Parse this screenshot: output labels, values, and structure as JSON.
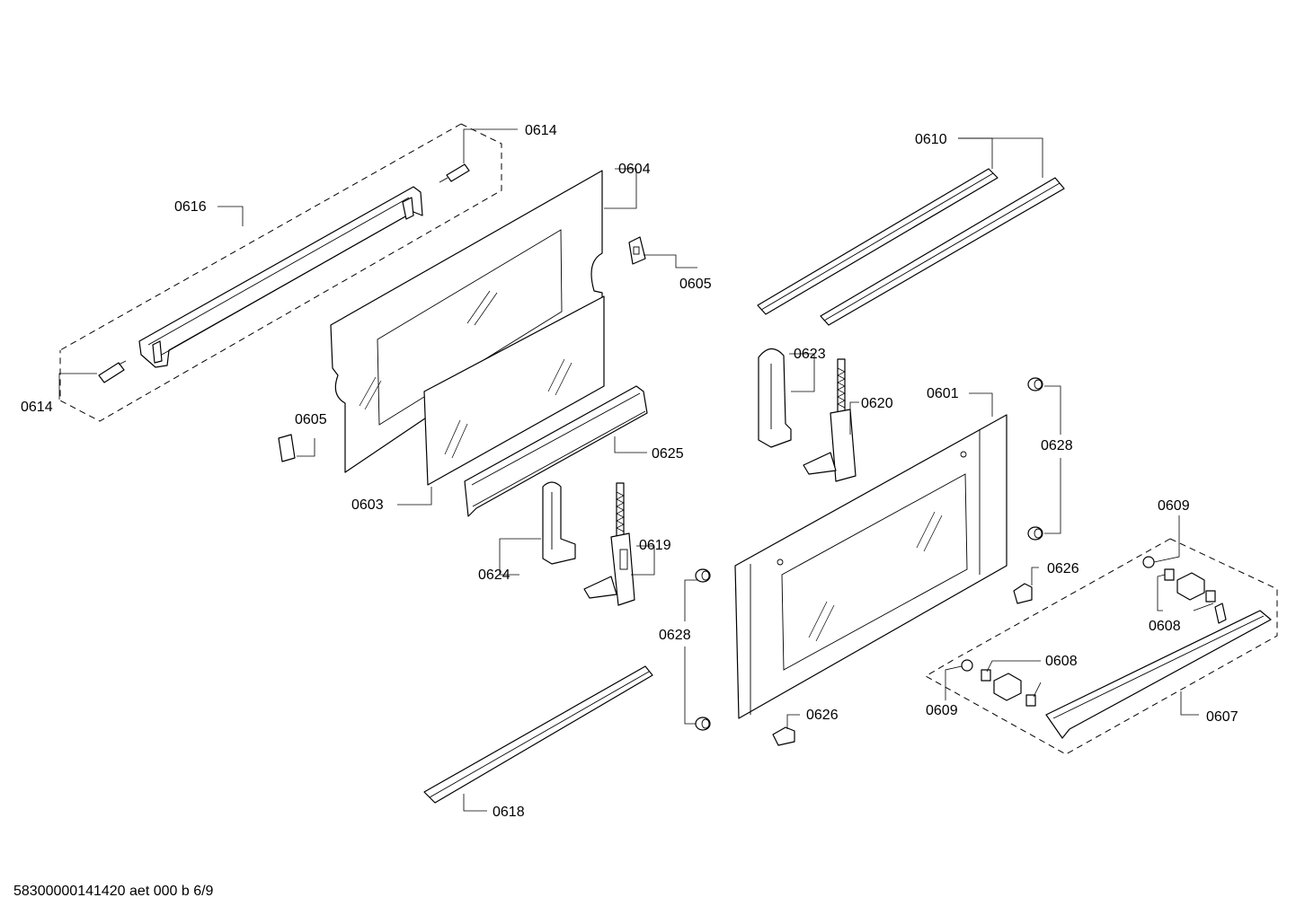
{
  "labels": {
    "p0614_top": "0614",
    "p0614_left": "0614",
    "p0616": "0616",
    "p0604": "0604",
    "p0605_right": "0605",
    "p0605_left": "0605",
    "p0603": "0603",
    "p0625": "0625",
    "p0624": "0624",
    "p0619": "0619",
    "p0628_mid": "0628",
    "p0618": "0618",
    "p0610": "0610",
    "p0623": "0623",
    "p0620": "0620",
    "p0601": "0601",
    "p0628_right": "0628",
    "p0609_top": "0609",
    "p0626_top": "0626",
    "p0608_top": "0608",
    "p0608_bottom": "0608",
    "p0609_bottom": "0609",
    "p0626_bottom": "0626",
    "p0607": "0607"
  },
  "footer": "58300000141420 aet 000 b 6/9"
}
